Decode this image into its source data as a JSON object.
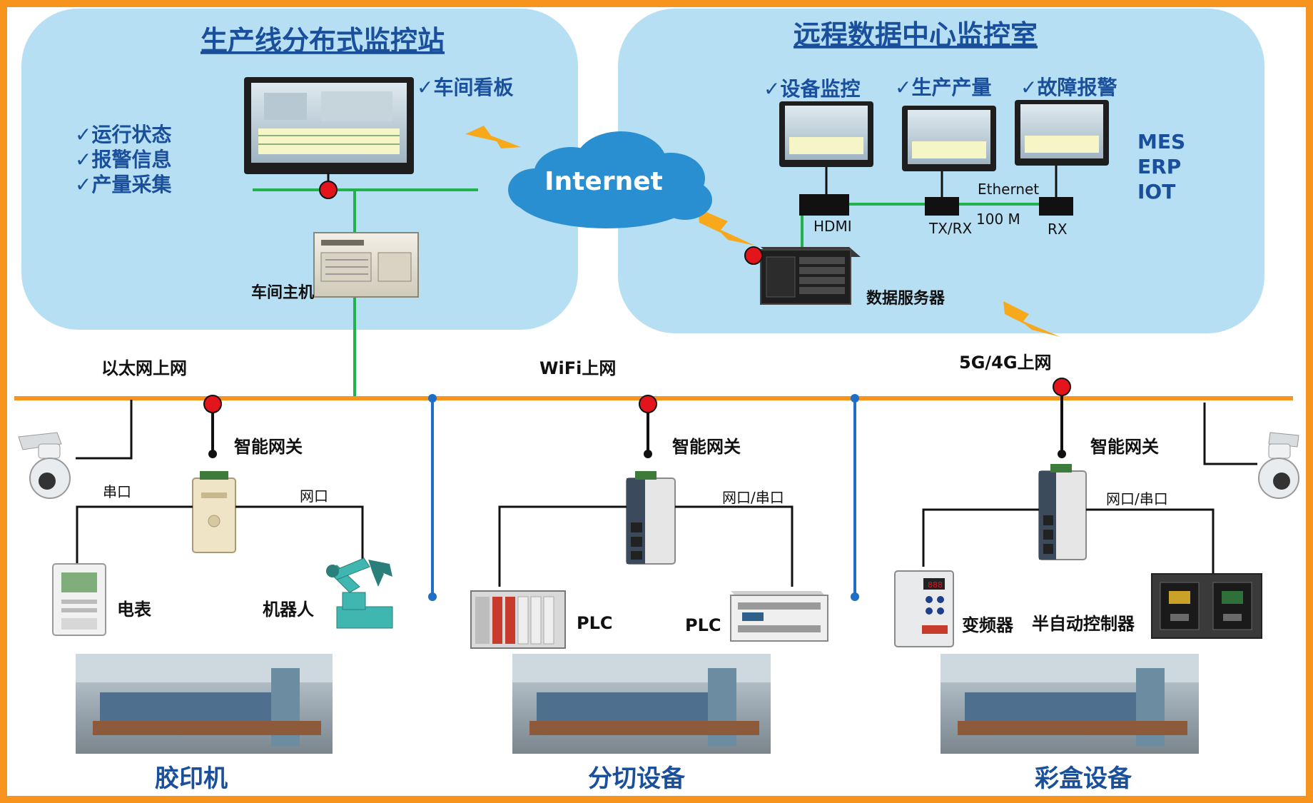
{
  "left_panel": {
    "title": "生产线分布式监控站",
    "board_label": "✓车间看板",
    "checks": [
      "✓运行状态",
      "✓报警信息",
      "✓产量采集"
    ],
    "host_label": "车间主机"
  },
  "right_panel": {
    "title": "远程数据中心监控室",
    "monitors": [
      "✓设备监控",
      "✓生产产量",
      "✓故障报警"
    ],
    "systems": [
      "MES",
      "ERP",
      "IOT"
    ],
    "ports": [
      "HDMI",
      "TX/RX",
      "RX"
    ],
    "link_label": "Ethernet",
    "speed_label": "100 M",
    "server_label": "数据服务器"
  },
  "cloud": {
    "label": "Internet"
  },
  "networks": {
    "ethernet": "以太网上网",
    "wifi": "WiFi上网",
    "cellular": "5G/4G上网"
  },
  "gateway_label": "智能网关",
  "zone1": {
    "port_left": "串口",
    "port_right": "网口",
    "device_left": "电表",
    "device_right": "机器人",
    "line_name": "胶印机"
  },
  "zone2": {
    "port": "网口/串口",
    "device_left": "PLC",
    "device_right": "PLC",
    "line_name": "分切设备"
  },
  "zone3": {
    "port": "网口/串口",
    "device_left": "变频器",
    "device_right": "半自动控制器",
    "line_name": "彩盒设备"
  },
  "colors": {
    "border": "#f7941d",
    "panel": "#b7dff3",
    "title": "#1a4f9c",
    "green_line": "#22b24c",
    "bus": "#f7941d",
    "blue_line": "#1f6fc5",
    "node_red": "#e3141b"
  }
}
